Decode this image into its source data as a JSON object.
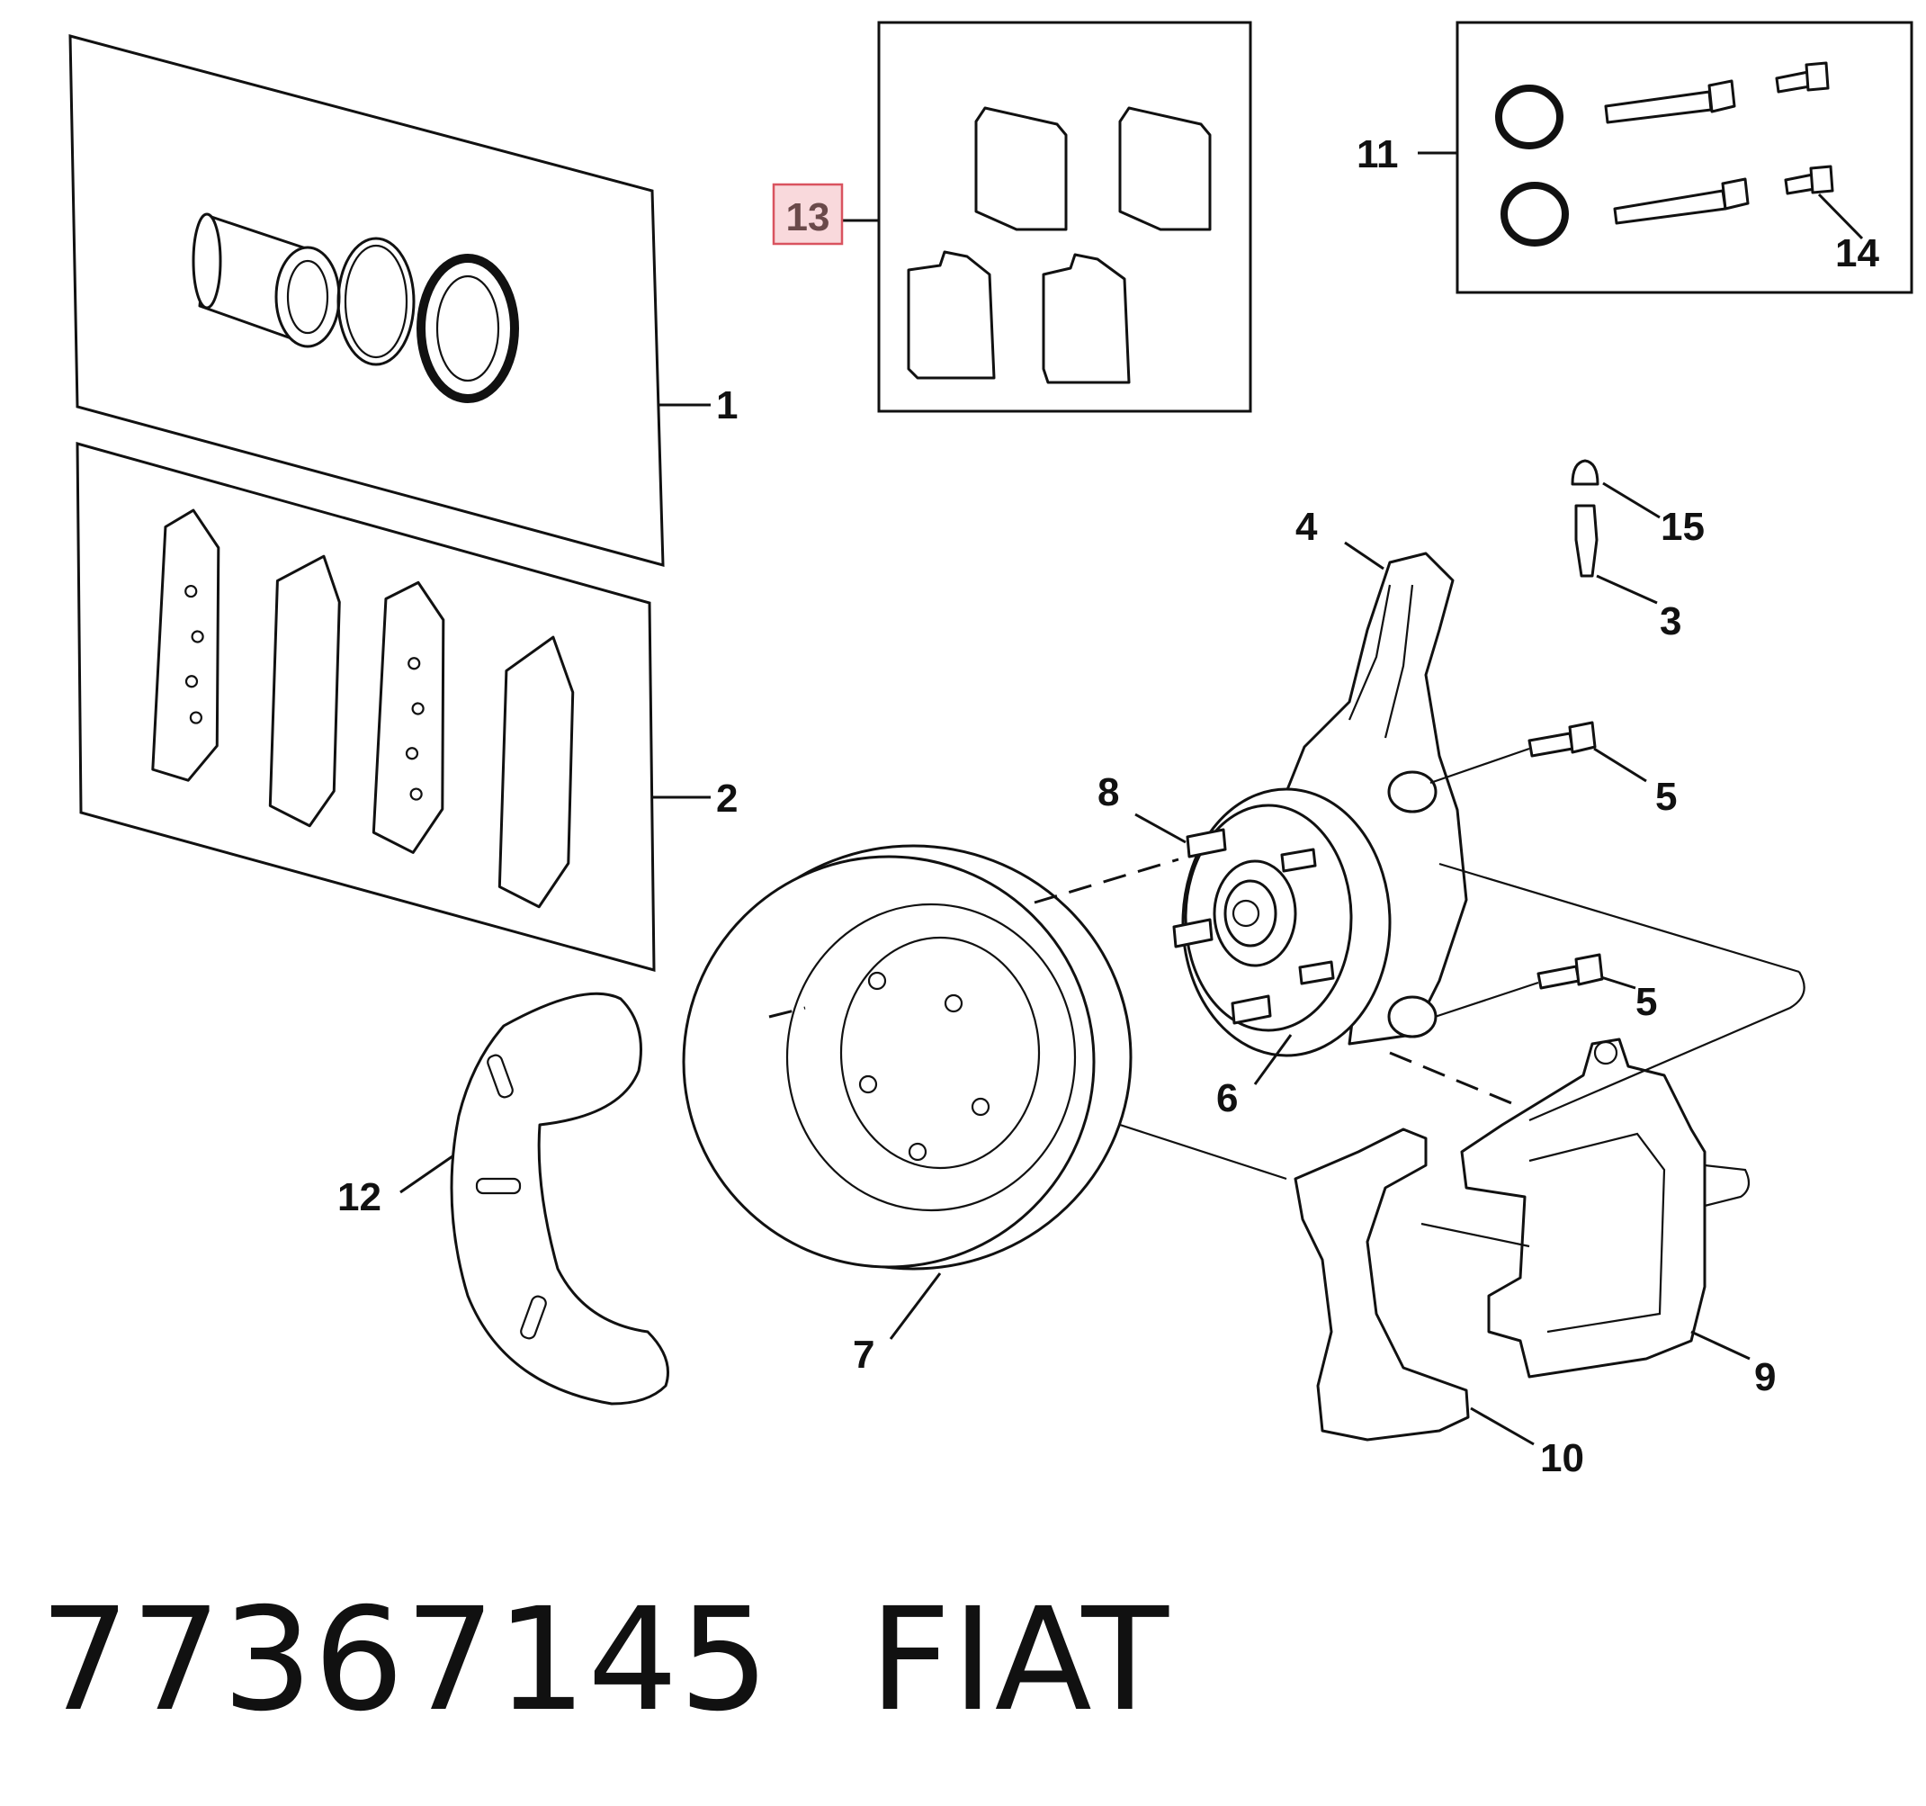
{
  "callouts": {
    "c1": "1",
    "c2": "2",
    "c3": "3",
    "c4": "4",
    "c5a": "5",
    "c5b": "5",
    "c6": "6",
    "c7": "7",
    "c8": "8",
    "c9": "9",
    "c10": "10",
    "c11": "11",
    "c12": "12",
    "c13": "13",
    "c14": "14",
    "c15": "15"
  },
  "highlighted_callout": "13",
  "highlight_color": "#f9d9dc",
  "footer": {
    "part_number": "77367145",
    "brand": "FIAT"
  }
}
